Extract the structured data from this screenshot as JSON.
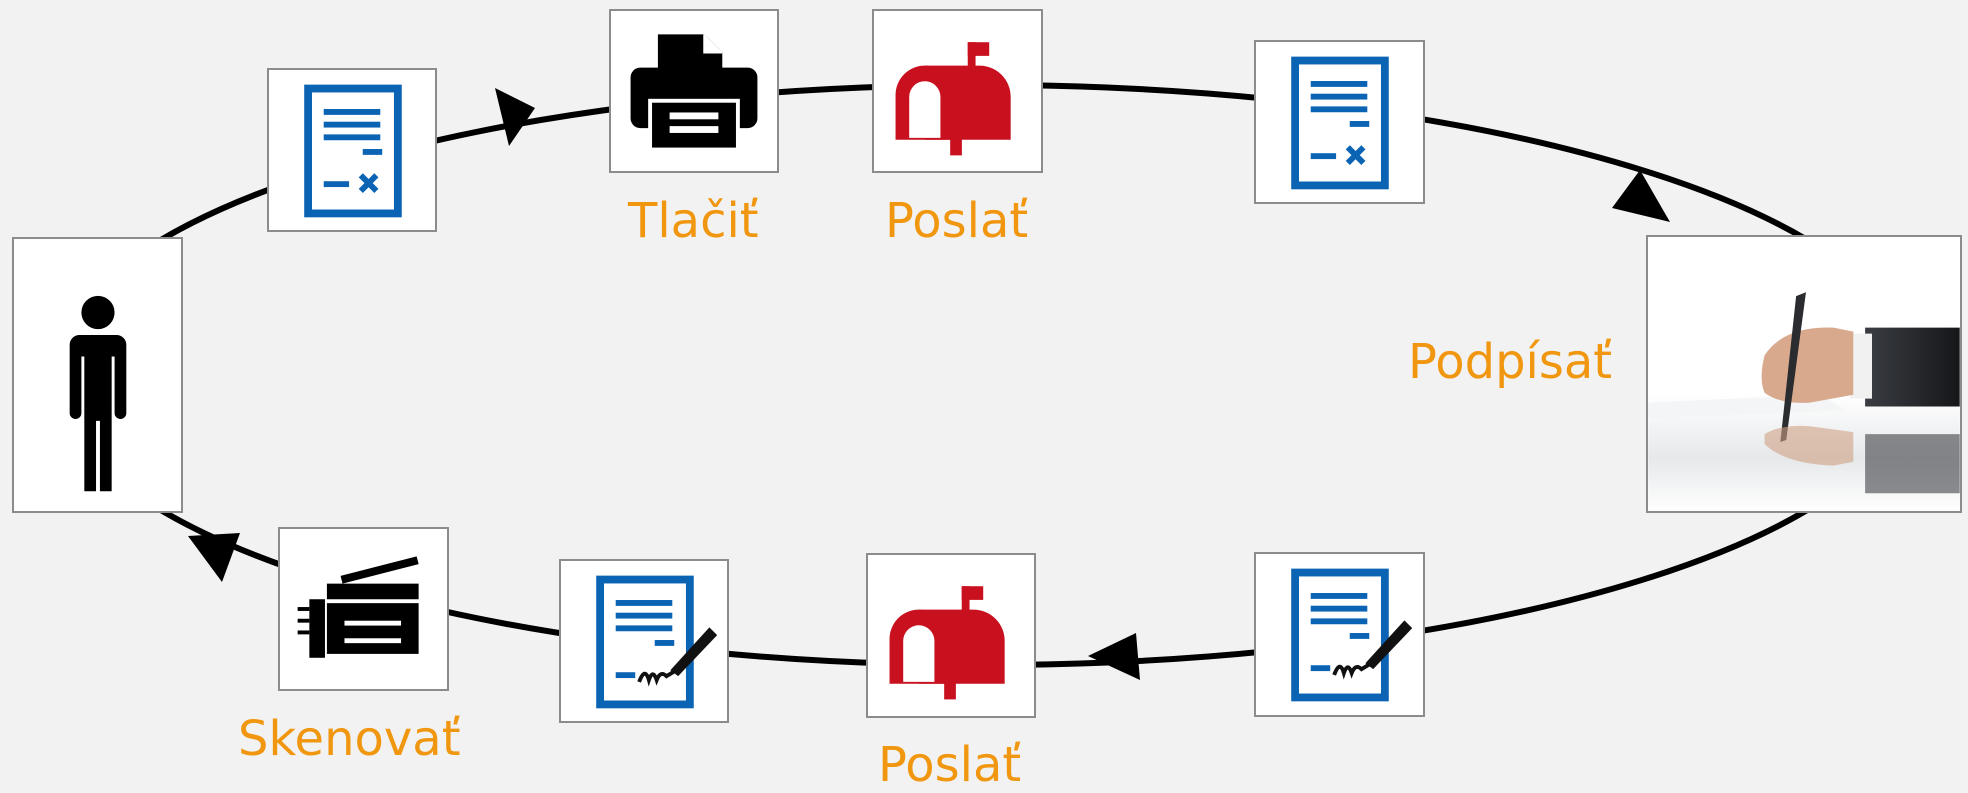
{
  "colors": {
    "label": "#f0960f",
    "document_blue": "#0a63b3",
    "mailbox_red": "#c8101f",
    "loop_line": "#000000",
    "background": "#f2f2f2"
  },
  "steps": {
    "print": {
      "label": "Tlačiť",
      "icon": "printer-icon"
    },
    "send_top": {
      "label": "Poslať",
      "icon": "mailbox-icon"
    },
    "sign": {
      "label": "Podpísať",
      "icon": "signing-hand-photo"
    },
    "send_bottom": {
      "label": "Poslať",
      "icon": "mailbox-icon"
    },
    "scan": {
      "label": "Skenovať",
      "icon": "scanner-icon"
    }
  },
  "nodes": [
    {
      "id": "person",
      "icon": "person-icon"
    },
    {
      "id": "blank-document-1",
      "icon": "document-icon"
    },
    {
      "id": "printer",
      "icon": "printer-icon"
    },
    {
      "id": "mailbox-top",
      "icon": "mailbox-icon"
    },
    {
      "id": "blank-document-2",
      "icon": "document-icon"
    },
    {
      "id": "signing-photo",
      "icon": "signing-hand-photo"
    },
    {
      "id": "signed-document-1",
      "icon": "signed-document-icon"
    },
    {
      "id": "mailbox-bottom",
      "icon": "mailbox-icon"
    },
    {
      "id": "signed-document-2",
      "icon": "signed-document-icon"
    },
    {
      "id": "scanner",
      "icon": "scanner-icon"
    }
  ],
  "flow_direction": "clockwise"
}
